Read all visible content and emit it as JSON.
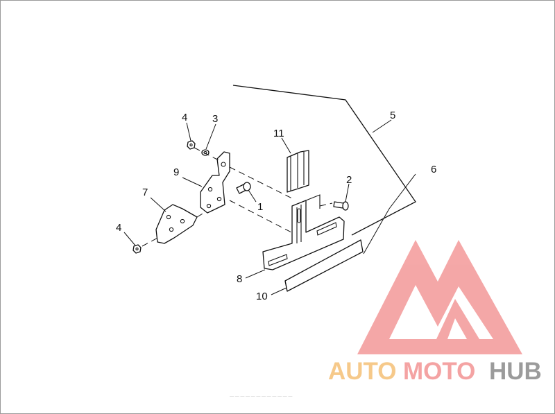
{
  "callouts": {
    "c1": "1",
    "c2": "2",
    "c3": "3",
    "c4a": "4",
    "c4b": "4",
    "c5": "5",
    "c6": "6",
    "c7": "7",
    "c8": "8",
    "c9": "9",
    "c10": "10",
    "c11": "11"
  },
  "watermark": {
    "part1": "AUTO",
    "part2": "MOTO",
    "part3": "HUB",
    "colors": {
      "auto": "#f6c98a",
      "moto": "#f4a3a3",
      "hub": "#9b9b9b",
      "logo": "#f4a3a3"
    }
  },
  "footer_text": "— — — — — —  — —  — — — —"
}
